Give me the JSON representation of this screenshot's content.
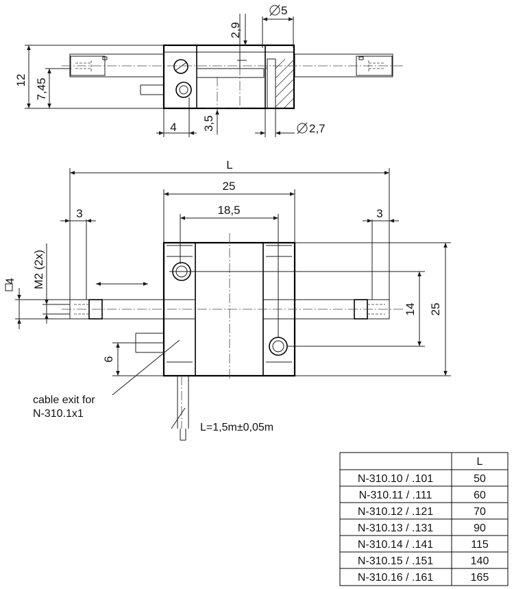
{
  "dimensions": {
    "top_dia5": "5",
    "top_2_9": "2,9",
    "top_12": "12",
    "top_7_45": "7,45",
    "top_4": "4",
    "top_3_5": "3,5",
    "top_dia2_7": "2,7",
    "front_L": "L",
    "front_25_width": "25",
    "front_18_5": "18,5",
    "front_3_left": "3",
    "front_3_right": "3",
    "front_sq4": "4",
    "front_m2": "M2 (2x)",
    "front_14": "14",
    "front_25_height": "25",
    "front_6": "6"
  },
  "annotations": {
    "cable_exit_line1": "cable exit for",
    "cable_exit_line2": "N-310.1x1",
    "cable_length": "L=1,5m±0,05m"
  },
  "table": {
    "header": [
      "",
      "L"
    ],
    "rows": [
      [
        "N-310.10 / .101",
        "50"
      ],
      [
        "N-310.11 / .111",
        "60"
      ],
      [
        "N-310.12 / .121",
        "70"
      ],
      [
        "N-310.13 / .131",
        "90"
      ],
      [
        "N-310.14 / .141",
        "115"
      ],
      [
        "N-310.15 / .151",
        "140"
      ],
      [
        "N-310.16 / .161",
        "165"
      ]
    ]
  }
}
